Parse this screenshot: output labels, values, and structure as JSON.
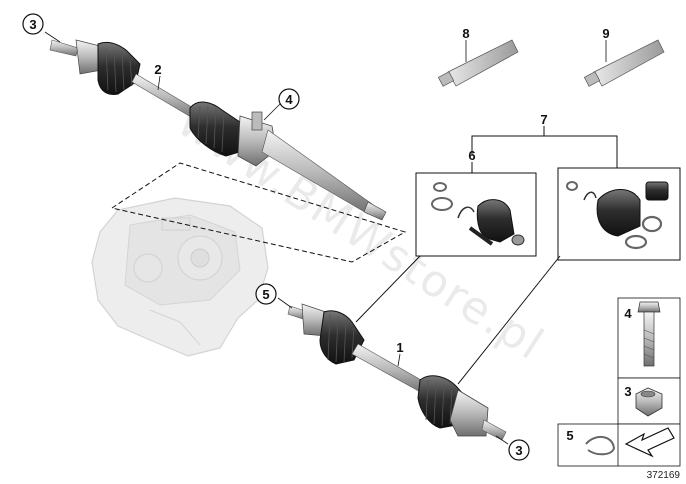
{
  "watermark": "www.BMWstore.pl",
  "reference_number": "372169",
  "callouts": {
    "c3_top": "3",
    "c4": "4",
    "c5_main": "5",
    "c3_bottom": "3"
  },
  "labels": {
    "l1": "1",
    "l2": "2",
    "l6": "6",
    "l7": "7",
    "l8": "8",
    "l9": "9"
  },
  "side_panel": {
    "bolt": "4",
    "nut": "3",
    "ring": "5"
  }
}
